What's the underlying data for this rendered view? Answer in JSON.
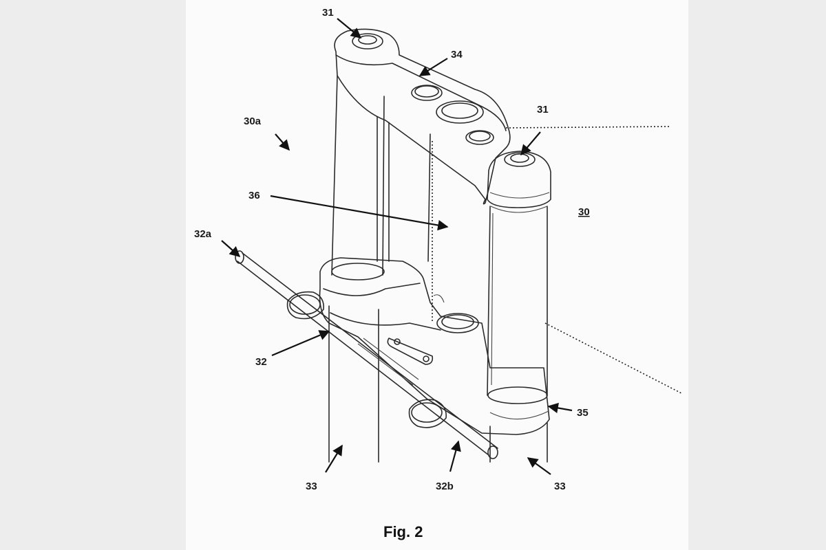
{
  "figure": {
    "caption": "Fig. 2",
    "labels": {
      "label_31_left": "31",
      "label_31_right": "31",
      "label_34": "34",
      "label_30a": "30a",
      "label_36": "36",
      "label_30": "30",
      "label_32a": "32a",
      "label_32": "32",
      "label_35": "35",
      "label_33_left": "33",
      "label_32b": "32b",
      "label_33_right": "33"
    }
  },
  "colors": {
    "background": "#ededed",
    "panel": "#fbfbfb",
    "line": "#2a2a2a"
  }
}
